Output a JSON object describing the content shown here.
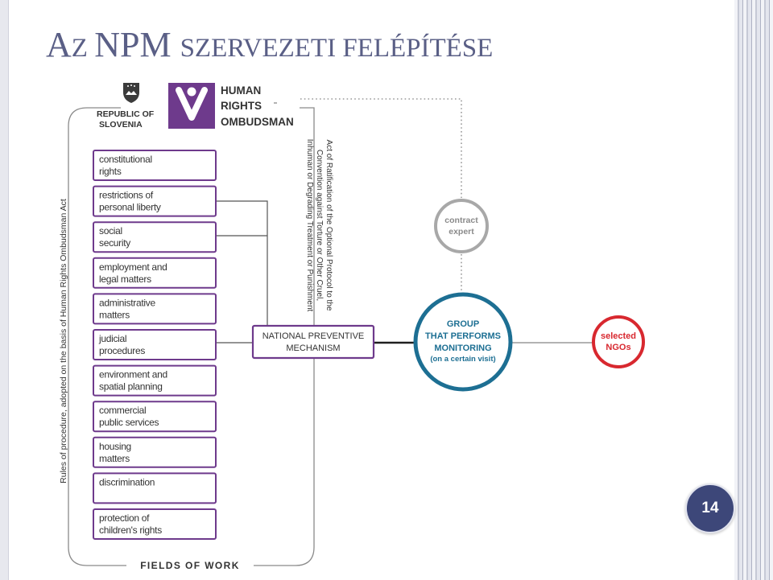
{
  "slide": {
    "title_big_1": "A",
    "title_small_1": "Z ",
    "title_big_2": "NPM ",
    "title_small_2": "SZERVEZETI FELÉPÍTÉSE",
    "page_number": "14"
  },
  "diagram": {
    "header": {
      "republic_line1": "REPUBLIC OF",
      "republic_line2": "SLOVENIA",
      "hro_line1": "HUMAN",
      "hro_line2": "RIGHTS",
      "hro_line3": "OMBUDSMAN"
    },
    "fields": [
      {
        "line1": "constitutional",
        "line2": "rights"
      },
      {
        "line1": "restrictions of",
        "line2": "personal liberty"
      },
      {
        "line1": "social",
        "line2": "security"
      },
      {
        "line1": "employment and",
        "line2": "legal matters"
      },
      {
        "line1": "administrative",
        "line2": "matters"
      },
      {
        "line1": "judicial",
        "line2": "procedures"
      },
      {
        "line1": "environment and",
        "line2": "spatial planning"
      },
      {
        "line1": "commercial",
        "line2": "public services"
      },
      {
        "line1": "housing",
        "line2": "matters"
      },
      {
        "line1": "discrimination",
        "line2": ""
      },
      {
        "line1": "protection of",
        "line2": "children's rights"
      }
    ],
    "fields_label": "FIELDS OF WORK",
    "rules_label": "Rules of procedure, adopted on the basis of Human Rights Ombudsman Act",
    "ratification_lines": [
      "Act of Ratification of the Optional Protocol to the",
      "Convention against Torture or Other Cruel,",
      "Inhuman or Degrading Treatment or Punishment"
    ],
    "npm": {
      "line1": "NATIONAL PREVENTIVE",
      "line2": "MECHANISM"
    },
    "contract_expert": {
      "line1": "contract",
      "line2": "expert"
    },
    "group": {
      "line1": "GROUP",
      "line2": "THAT PERFORMS",
      "line3": "MONITORING",
      "line4": "(on a certain visit)"
    },
    "ngos": {
      "line1": "selected",
      "line2": "NGOs"
    },
    "colors": {
      "purple": "#6e3a8c",
      "teal": "#1d6f93",
      "red": "#d8282f",
      "gray_circle": "#a8a8a8",
      "title": "#5a5f86",
      "badge": "#3d4779"
    }
  }
}
